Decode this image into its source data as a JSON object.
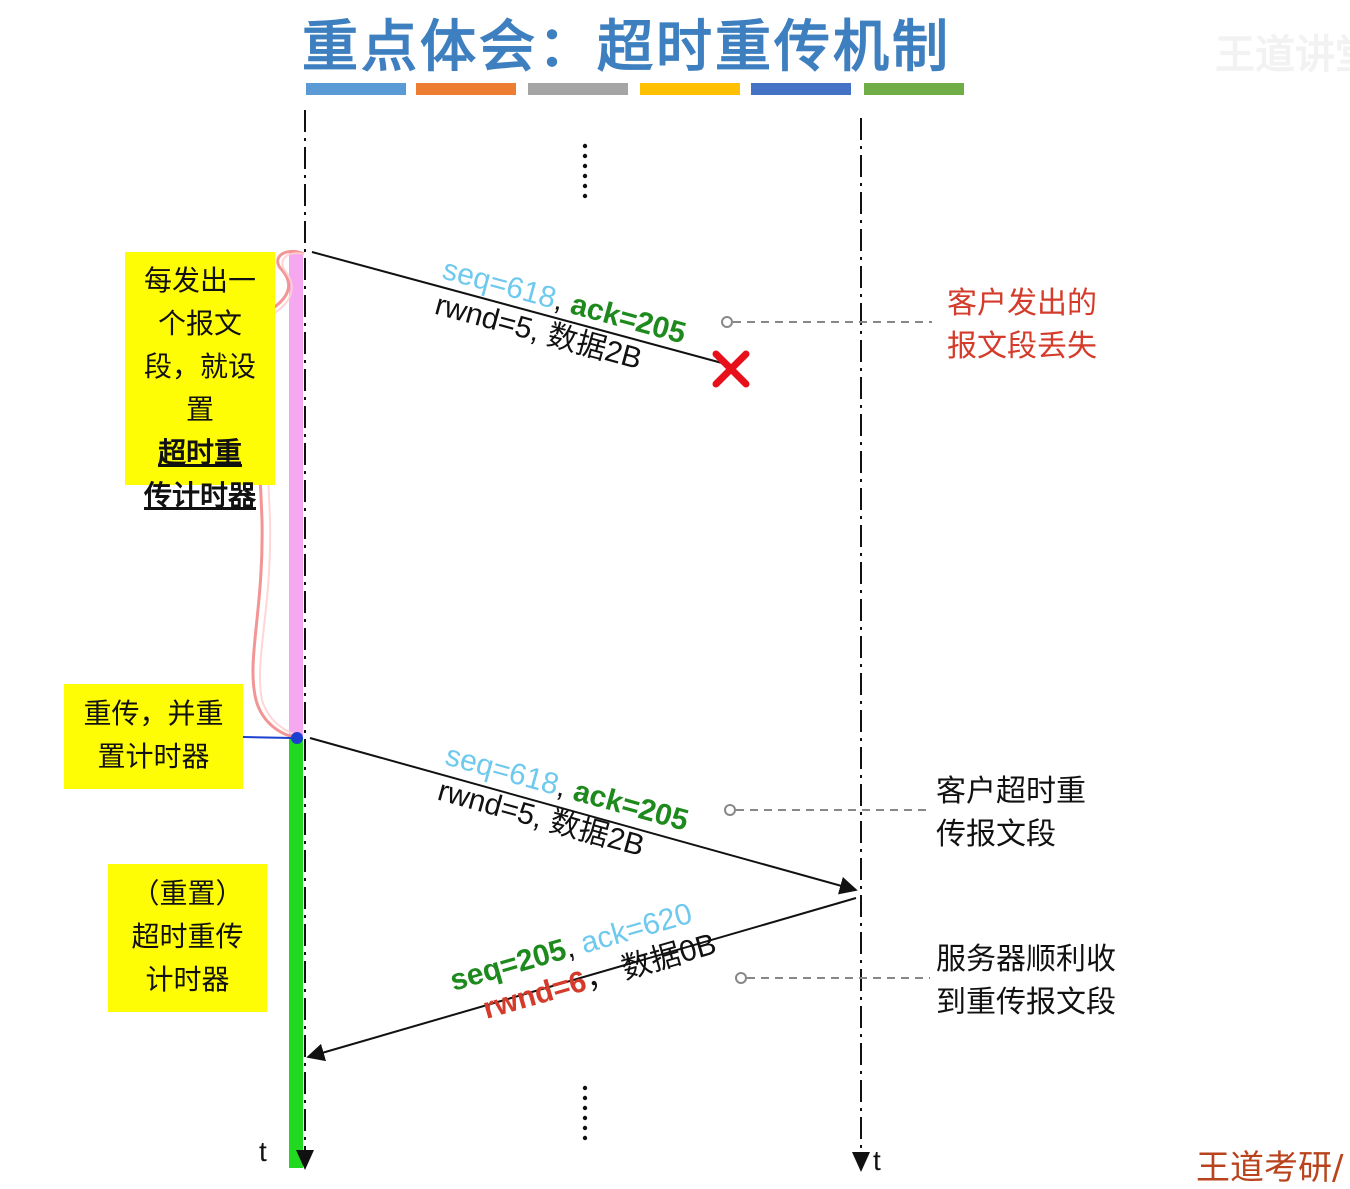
{
  "title": "重点体会：超时重传机制",
  "watermark_top": "王道讲堂",
  "brand": "王道考研/",
  "color_bars": [
    "#5b9bd5",
    "#ed7d31",
    "#a5a5a5",
    "#ffc000",
    "#4472c4",
    "#70ad47"
  ],
  "colors": {
    "timer_pink": "#f5a7f0",
    "timer_green": "#22d922",
    "lost_marker": "#e8101a",
    "node_blue": "#1c3fd0"
  },
  "left_notes": {
    "set_timer": [
      "每发出一",
      "个报文",
      "段，就设"
    ],
    "set_timer_bold_prefix": "置",
    "set_timer_bold_1": "超时重",
    "set_timer_bold_2": "传计时器",
    "resend": [
      "重传，并重",
      "置计时器"
    ],
    "reset_timer": [
      "（重置）",
      "超时重传",
      "计时器"
    ]
  },
  "right_notes": {
    "lost": [
      "客户发出的",
      "报文段丢失"
    ],
    "timeout_resend": [
      "客户超时重",
      "传报文段"
    ],
    "server_recv": [
      "服务器顺利收",
      "到重传报文段"
    ]
  },
  "messages": {
    "m1": {
      "seq": "seq=618",
      "sep": ", ",
      "ack": "ack=205",
      "line2": "rwnd=5, 数据2B"
    },
    "m2": {
      "seq": "seq=618",
      "sep": ", ",
      "ack": "ack=205",
      "line2": "rwnd=5, 数据2B"
    },
    "m3": {
      "seq": "seq=205",
      "sep": ", ",
      "ack": "ack=620",
      "rwnd": "rwnd=6",
      "data": "，  数据0B"
    }
  },
  "dots": "⋮",
  "time_label": "t",
  "lost_mark": "✕"
}
